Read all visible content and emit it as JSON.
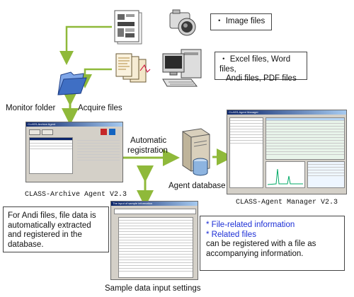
{
  "labels": {
    "monitor_folder": "Monitor folder",
    "acquire_files": "Acquire files",
    "automatic_registration_line1": "Automatic",
    "automatic_registration_line2": "registration",
    "agent_database": "Agent database",
    "class_archive_agent": "CLASS-Archive  Agent  V2.3",
    "class_agent_manager": "CLASS-Agent Manager  V2.3",
    "sample_data_input_settings": "Sample data input settings"
  },
  "notes": {
    "image_files": "・ Image files",
    "office_files": {
      "line1": "・ Excel files, Word files,",
      "line2": "Andi files, PDF files"
    },
    "andi_files": {
      "line1": "For Andi files, file data is",
      "line2": "automatically extracted",
      "line3": "and registered in the",
      "line4": "database."
    },
    "file_info": {
      "line1": "* File-related information",
      "line2": "* Related files",
      "line3": "can be registered with a file as",
      "line4": "accompanying information."
    }
  },
  "windows": {
    "archive_agent_title": "CLASS-Archive Agent",
    "agent_manager_title": "CLASS-Agent Manager",
    "sample_input_title": "The input of sample information"
  },
  "colors": {
    "arrow_green": "#8fb93a",
    "note_blue": "#1d2fd6",
    "folder_blue": "#3f6fc4"
  },
  "icons": [
    "monitor-folder-icon",
    "camera-icon",
    "image-document-icon",
    "office-documents-icon",
    "pc-icon",
    "server-icon",
    "database-icon"
  ]
}
